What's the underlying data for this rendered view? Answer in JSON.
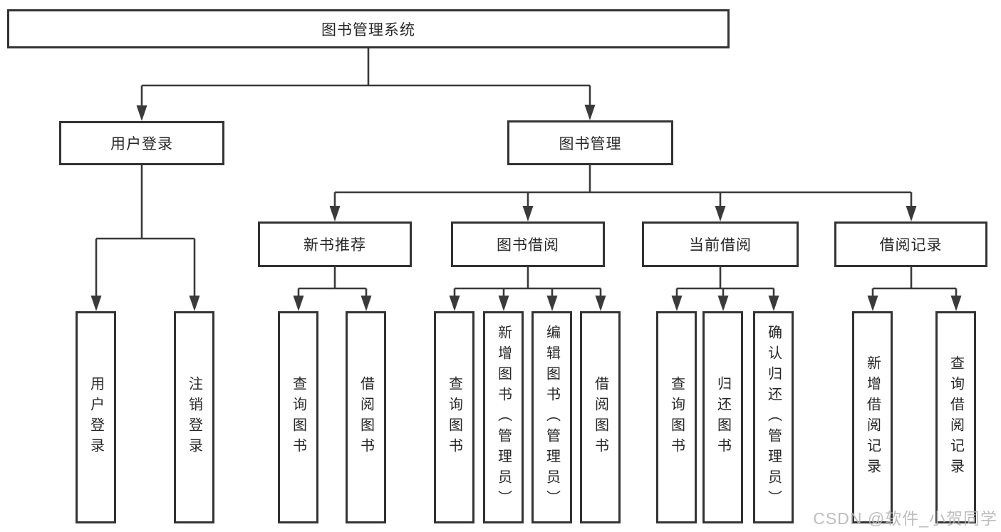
{
  "tree": {
    "root": {
      "label": "图书管理系统"
    },
    "user_login": {
      "label": "用户登录",
      "children": [
        "用户登录",
        "注销登录"
      ]
    },
    "book_mgmt": {
      "label": "图书管理",
      "sections": {
        "new_book_rec": {
          "label": "新书推荐",
          "children": [
            "查询图书",
            "借阅图书"
          ]
        },
        "book_borrow": {
          "label": "图书借阅",
          "children": [
            "查询图书",
            "新增图书（管理员）",
            "编辑图书（管理员）",
            "借阅图书"
          ]
        },
        "current_borrow": {
          "label": "当前借阅",
          "children": [
            "查询图书",
            "归还图书",
            "确认归还（管理员）"
          ]
        },
        "borrow_records": {
          "label": "借阅记录",
          "children": [
            "新增借阅记录",
            "查询借阅记录"
          ]
        }
      }
    }
  },
  "watermark": {
    "text": "CSDN @软件_小贺同学"
  },
  "colors": {
    "line": "#3a3a3a",
    "border": "#333333",
    "text": "#262626",
    "background": "#ffffff",
    "watermark": "#b6b6b6"
  }
}
